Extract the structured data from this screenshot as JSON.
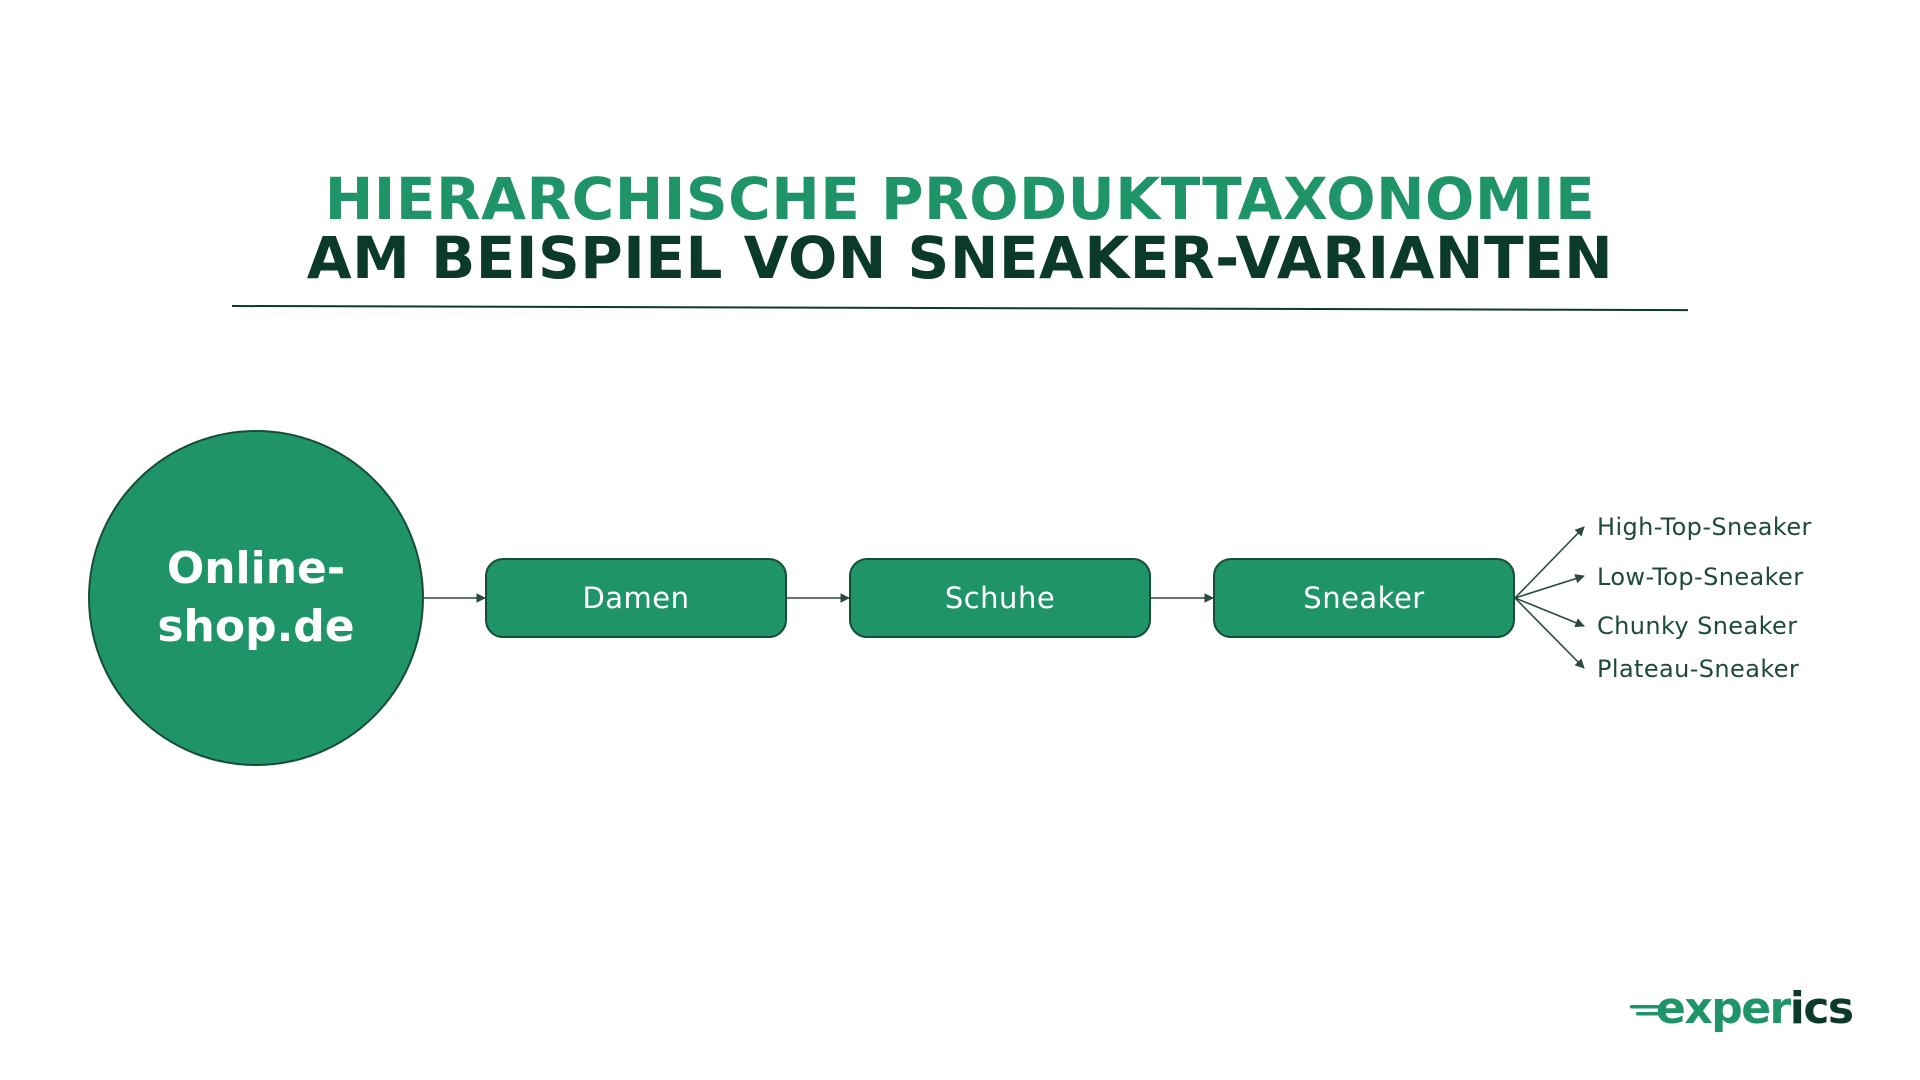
{
  "title": {
    "line1": "HIERARCHISCHE PRODUKTTAXONOMIE",
    "line2": "AM BEISPIEL VON SNEAKER-VARIANTEN"
  },
  "diagram": {
    "root": {
      "line1": "Online-",
      "line2": "shop.de"
    },
    "nodes": [
      "Damen",
      "Schuhe",
      "Sneaker"
    ],
    "leaves": [
      "High-Top-Sneaker",
      "Low-Top-Sneaker",
      "Chunky Sneaker",
      "Plateau-Sneaker"
    ]
  },
  "logo": {
    "part1": "exper",
    "part2": "ics"
  },
  "colors": {
    "accent": "#1f9468",
    "dark": "#0c3a29",
    "node_border": "#164d39",
    "connector": "#2b4a3f"
  }
}
